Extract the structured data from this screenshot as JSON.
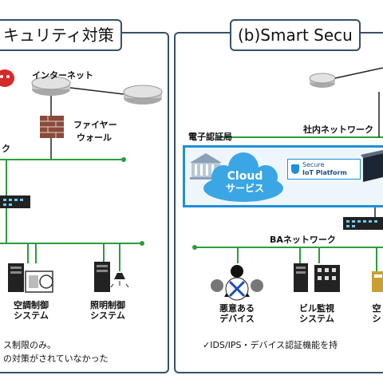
{
  "left_panel": {
    "title": "キュリティ対策",
    "internet_label": "インターネット",
    "firewall_label_line1": "ファイヤー",
    "firewall_label_line2": "ウォール",
    "network_fragment": "ク",
    "hvac_label_line1": "空調制御",
    "hvac_label_line2": "システム",
    "lighting_label_line1": "照明制御",
    "lighting_label_line2": "システム",
    "note_line1": "ス制限のみ。",
    "note_line2": "の対策がされていなかった"
  },
  "right_panel": {
    "title": "(b)Smart Secu",
    "cert_authority_label": "電子認証局",
    "intranet_label": "社内ネットワーク",
    "cloud_label_line1": "Cloud",
    "cloud_label_line2": "サービス",
    "platform_label_line1": "Secure",
    "platform_label_line2": "IoT Platform",
    "ba_network_label": "BAネットワーク",
    "malicious_label_line1": "悪意ある",
    "malicious_label_line2": "デバイス",
    "bms_label_line1": "ビル監視",
    "bms_label_line2": "システム",
    "partial_label_line1": "空",
    "partial_label_line2": "シ",
    "note": "✓IDS/IPS・デバイス認証機能を持"
  },
  "colors": {
    "panel_border": "#38506a",
    "network_line": "#2a9d3c",
    "cloud_box": "#1f8fd8",
    "cloud": "#3aa6e4",
    "threat": "#d42a2a"
  }
}
